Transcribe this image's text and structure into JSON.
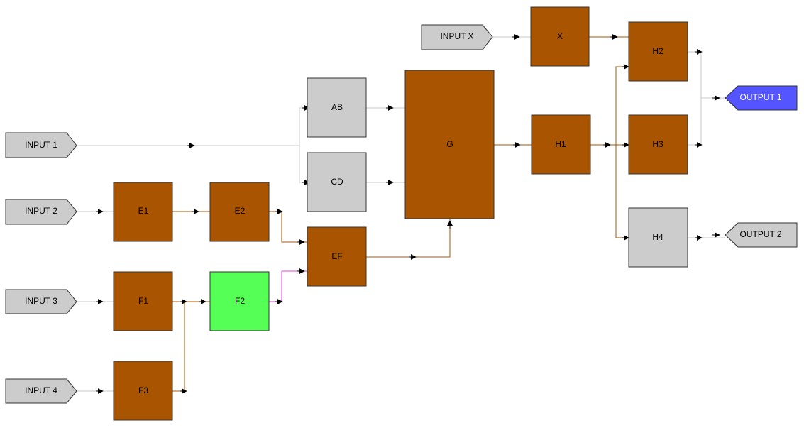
{
  "colors": {
    "block_brown": "#a85400",
    "block_gray": "#cccccc",
    "block_green": "#55ff55",
    "output_blue": "#5555ff",
    "wire_brown": "#a85400",
    "wire_gray": "#c8c8c8",
    "wire_magenta": "#e040e0"
  },
  "inputs": [
    {
      "id": "in1",
      "label": "INPUT 1"
    },
    {
      "id": "in2",
      "label": "INPUT 2"
    },
    {
      "id": "in3",
      "label": "INPUT 3"
    },
    {
      "id": "in4",
      "label": "INPUT 4"
    },
    {
      "id": "inx",
      "label": "INPUT X"
    }
  ],
  "outputs": [
    {
      "id": "out1",
      "label": "OUTPUT 1",
      "style": "active"
    },
    {
      "id": "out2",
      "label": "OUTPUT 2",
      "style": "inactive"
    }
  ],
  "blocks": [
    {
      "id": "ab",
      "label": "AB",
      "fill": "gray"
    },
    {
      "id": "cd",
      "label": "CD",
      "fill": "gray"
    },
    {
      "id": "e1",
      "label": "E1",
      "fill": "brown"
    },
    {
      "id": "e2",
      "label": "E2",
      "fill": "brown"
    },
    {
      "id": "ef",
      "label": "EF",
      "fill": "brown"
    },
    {
      "id": "f1",
      "label": "F1",
      "fill": "brown"
    },
    {
      "id": "f2",
      "label": "F2",
      "fill": "green"
    },
    {
      "id": "f3",
      "label": "F3",
      "fill": "brown"
    },
    {
      "id": "g",
      "label": "G",
      "fill": "brown"
    },
    {
      "id": "x",
      "label": "X",
      "fill": "brown"
    },
    {
      "id": "h1",
      "label": "H1",
      "fill": "brown"
    },
    {
      "id": "h2",
      "label": "H2",
      "fill": "brown"
    },
    {
      "id": "h3",
      "label": "H3",
      "fill": "brown"
    },
    {
      "id": "h4",
      "label": "H4",
      "fill": "gray"
    }
  ],
  "connections": [
    {
      "from": "INPUT 1",
      "to": "AB",
      "color": "gray"
    },
    {
      "from": "INPUT 1",
      "to": "CD",
      "color": "gray"
    },
    {
      "from": "INPUT 2",
      "to": "E1",
      "color": "gray"
    },
    {
      "from": "INPUT 3",
      "to": "F1",
      "color": "gray"
    },
    {
      "from": "INPUT 4",
      "to": "F3",
      "color": "gray"
    },
    {
      "from": "INPUT X",
      "to": "X",
      "color": "gray"
    },
    {
      "from": "E1",
      "to": "E2",
      "color": "brown"
    },
    {
      "from": "E2",
      "to": "EF",
      "color": "brown"
    },
    {
      "from": "F1",
      "to": "F2",
      "color": "brown"
    },
    {
      "from": "F3",
      "to": "F2",
      "color": "brown"
    },
    {
      "from": "F2",
      "to": "EF",
      "color": "magenta"
    },
    {
      "from": "AB",
      "to": "G",
      "color": "gray"
    },
    {
      "from": "CD",
      "to": "G",
      "color": "gray"
    },
    {
      "from": "EF",
      "to": "G",
      "color": "brown"
    },
    {
      "from": "G",
      "to": "H1",
      "color": "brown"
    },
    {
      "from": "X",
      "to": "H2",
      "color": "brown"
    },
    {
      "from": "H1",
      "to": "H2",
      "color": "brown"
    },
    {
      "from": "H1",
      "to": "H3",
      "color": "brown"
    },
    {
      "from": "H1",
      "to": "H4",
      "color": "brown"
    },
    {
      "from": "H2",
      "to": "OUTPUT 1",
      "color": "gray"
    },
    {
      "from": "H3",
      "to": "OUTPUT 1",
      "color": "gray"
    },
    {
      "from": "H4",
      "to": "OUTPUT 2",
      "color": "gray"
    }
  ]
}
